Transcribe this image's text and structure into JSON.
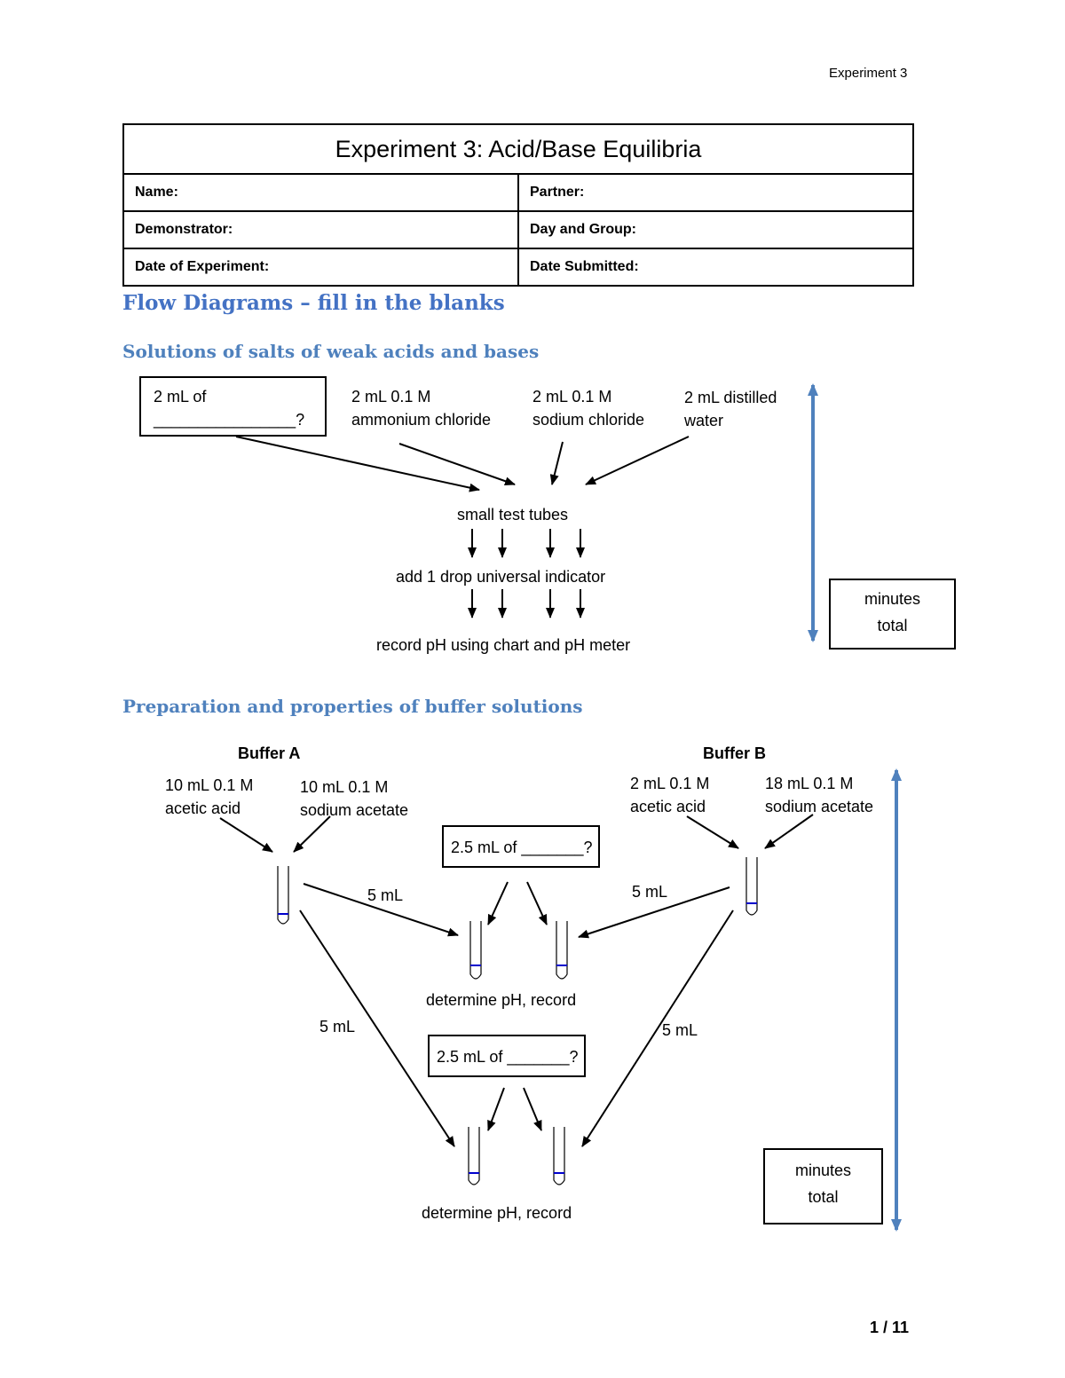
{
  "header": {
    "running_title": "Experiment 3"
  },
  "form": {
    "title": "Experiment 3: Acid/Base Equilibria",
    "rows": [
      [
        "Name:",
        "Partner:"
      ],
      [
        "Demonstrator:",
        "Day and Group:"
      ],
      [
        "Date of Experiment:",
        "Date Submitted:"
      ]
    ]
  },
  "section_title": "Flow Diagrams – fill in the blanks",
  "salts": {
    "heading": "Solutions of salts of weak acids and bases",
    "box_line1": "2 mL of",
    "box_line2": "________________?",
    "reagent2_line1": "2 mL 0.1 M",
    "reagent2_line2": "ammonium chloride",
    "reagent3_line1": "2 mL 0.1 M",
    "reagent3_line2": "sodium chloride",
    "reagent4_line1": "2 mL distilled",
    "reagent4_line2": "water",
    "step1": "small test tubes",
    "step2": "add 1 drop universal indicator",
    "step3": "record pH using chart and pH meter",
    "time_box_line1": "minutes",
    "time_box_line2": "total"
  },
  "buffers": {
    "heading": "Preparation and properties of buffer solutions",
    "buffer_a_title": "Buffer A",
    "buffer_a_reagent1_line1": "10 mL 0.1 M",
    "buffer_a_reagent1_line2": "acetic acid",
    "buffer_a_reagent2_line1": "10 mL 0.1 M",
    "buffer_a_reagent2_line2": "sodium acetate",
    "buffer_b_title": "Buffer B",
    "buffer_b_reagent1_line1": "2 mL 0.1 M",
    "buffer_b_reagent1_line2": "acetic acid",
    "buffer_b_reagent2_line1": "18 mL 0.1 M",
    "buffer_b_reagent2_line2": "sodium acetate",
    "add_box_1": "2.5 mL of _______?",
    "add_box_2": "2.5 mL of _______?",
    "volume_label": "5 mL",
    "result_1": "determine pH, record",
    "result_2": "determine pH, record",
    "time_box_line1": "minutes",
    "time_box_line2": "total"
  },
  "colors": {
    "heading_blue": "#4472c4",
    "arrow_blue": "#4f81bd",
    "meniscus_blue": "#0000cc"
  },
  "footer": {
    "page": "1 / 11"
  }
}
